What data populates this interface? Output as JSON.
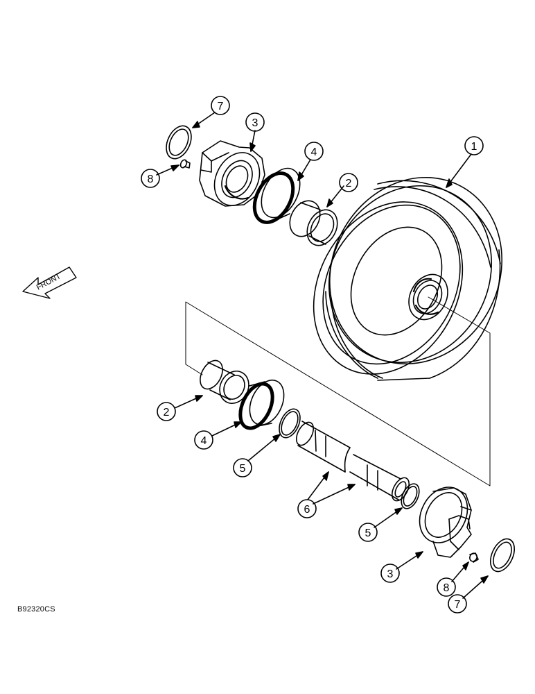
{
  "figure_code": "B92320CS",
  "direction_label": "FRONT",
  "callouts": [
    {
      "id": "c1",
      "label": "1"
    },
    {
      "id": "c2a",
      "label": "2"
    },
    {
      "id": "c3a",
      "label": "3"
    },
    {
      "id": "c4a",
      "label": "4"
    },
    {
      "id": "c7a",
      "label": "7"
    },
    {
      "id": "c8a",
      "label": "8"
    },
    {
      "id": "c2b",
      "label": "2"
    },
    {
      "id": "c4b",
      "label": "4"
    },
    {
      "id": "c5a",
      "label": "5"
    },
    {
      "id": "c6",
      "label": "6"
    },
    {
      "id": "c5b",
      "label": "5"
    },
    {
      "id": "c3b",
      "label": "3"
    },
    {
      "id": "c8b",
      "label": "8"
    },
    {
      "id": "c7b",
      "label": "7"
    }
  ]
}
